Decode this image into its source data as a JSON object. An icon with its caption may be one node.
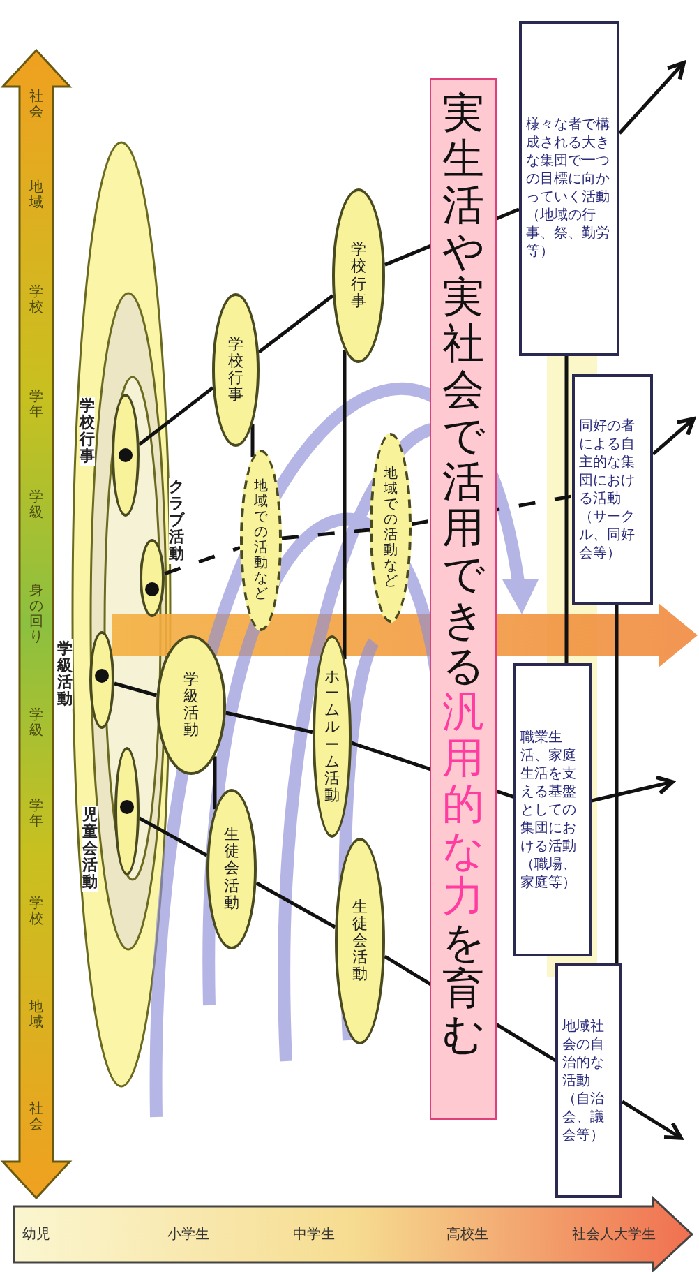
{
  "diagram": {
    "title": "実生活や実社会で活用できる**汎用的な力**を育む",
    "nodes": [
      {
        "text": [
          "学校行事"
        ]
      },
      {
        "text": [
          "クラブ活動"
        ]
      },
      {
        "text": [
          "学級活動"
        ]
      },
      {
        "text": [
          "児童会活動"
        ]
      },
      {
        "text": [
          "学校行事"
        ]
      },
      {
        "text": [
          "地域での活動など"
        ]
      },
      {
        "text": [
          "学級活動"
        ]
      },
      {
        "text": [
          "生徒会活動"
        ]
      },
      {
        "text": [
          "学校行事"
        ]
      },
      {
        "text": [
          "地域での活動など"
        ]
      },
      {
        "text": [
          "ホームルーム活動"
        ]
      },
      {
        "text": [
          "生徒会活動"
        ]
      },
      {
        "text": [
          "様々な者で構成される大きな集団で一つの目標に向かっていく活動（地域の行事、祭、勤労等）"
        ]
      },
      {
        "text": [
          "同好の者による自主的な集団における活動（サークル、同好会等）"
        ]
      },
      {
        "text": [
          "職業生活、家庭生活を支える基盤としての集団における活動（職場、家庭等）"
        ]
      },
      {
        "text": [
          "地域社会の自治的な活動（自治会、議会等）"
        ]
      }
    ],
    "edges": [
      {
        "from": 0,
        "to": 4,
        "arrow": "none"
      },
      {
        "from": 4,
        "to": 8,
        "arrow": "none"
      },
      {
        "from": 8,
        "to": 12,
        "arrow": "none"
      },
      {
        "from": 12,
        "to": null,
        "arrow": "to"
      },
      {
        "from": 4,
        "to": 5,
        "arrow": "none"
      },
      {
        "from": 1,
        "to": 5,
        "arrow": "none",
        "style": "dashed"
      },
      {
        "from": 5,
        "to": 9,
        "arrow": "none",
        "style": "dashed"
      },
      {
        "from": 9,
        "to": 13,
        "arrow": "none",
        "style": "dashed"
      },
      {
        "from": 13,
        "to": null,
        "arrow": "to"
      },
      {
        "from": 2,
        "to": 6,
        "arrow": "none"
      },
      {
        "from": 6,
        "to": 10,
        "arrow": "none"
      },
      {
        "from": 10,
        "to": 14,
        "arrow": "none"
      },
      {
        "from": 14,
        "to": null,
        "arrow": "to"
      },
      {
        "from": 6,
        "to": 7,
        "arrow": "none"
      },
      {
        "from": 3,
        "to": 7,
        "arrow": "none"
      },
      {
        "from": 7,
        "to": 11,
        "arrow": "none"
      },
      {
        "from": 11,
        "to": 15,
        "arrow": "none"
      },
      {
        "from": 15,
        "to": null,
        "arrow": "to"
      },
      {
        "from": 8,
        "to": 10,
        "arrow": "none"
      },
      {
        "from": 12,
        "to": 14,
        "arrow": "none"
      },
      {
        "from": 13,
        "to": 15,
        "arrow": "none"
      }
    ],
    "labels": [
      "社会",
      "地域",
      "学校",
      "学年",
      "学級",
      "身の回り",
      "学級",
      "学年",
      "学校",
      "地域",
      "社会",
      "幼児",
      "小学生",
      "中学生",
      "高校生",
      "社会人大学生"
    ]
  }
}
